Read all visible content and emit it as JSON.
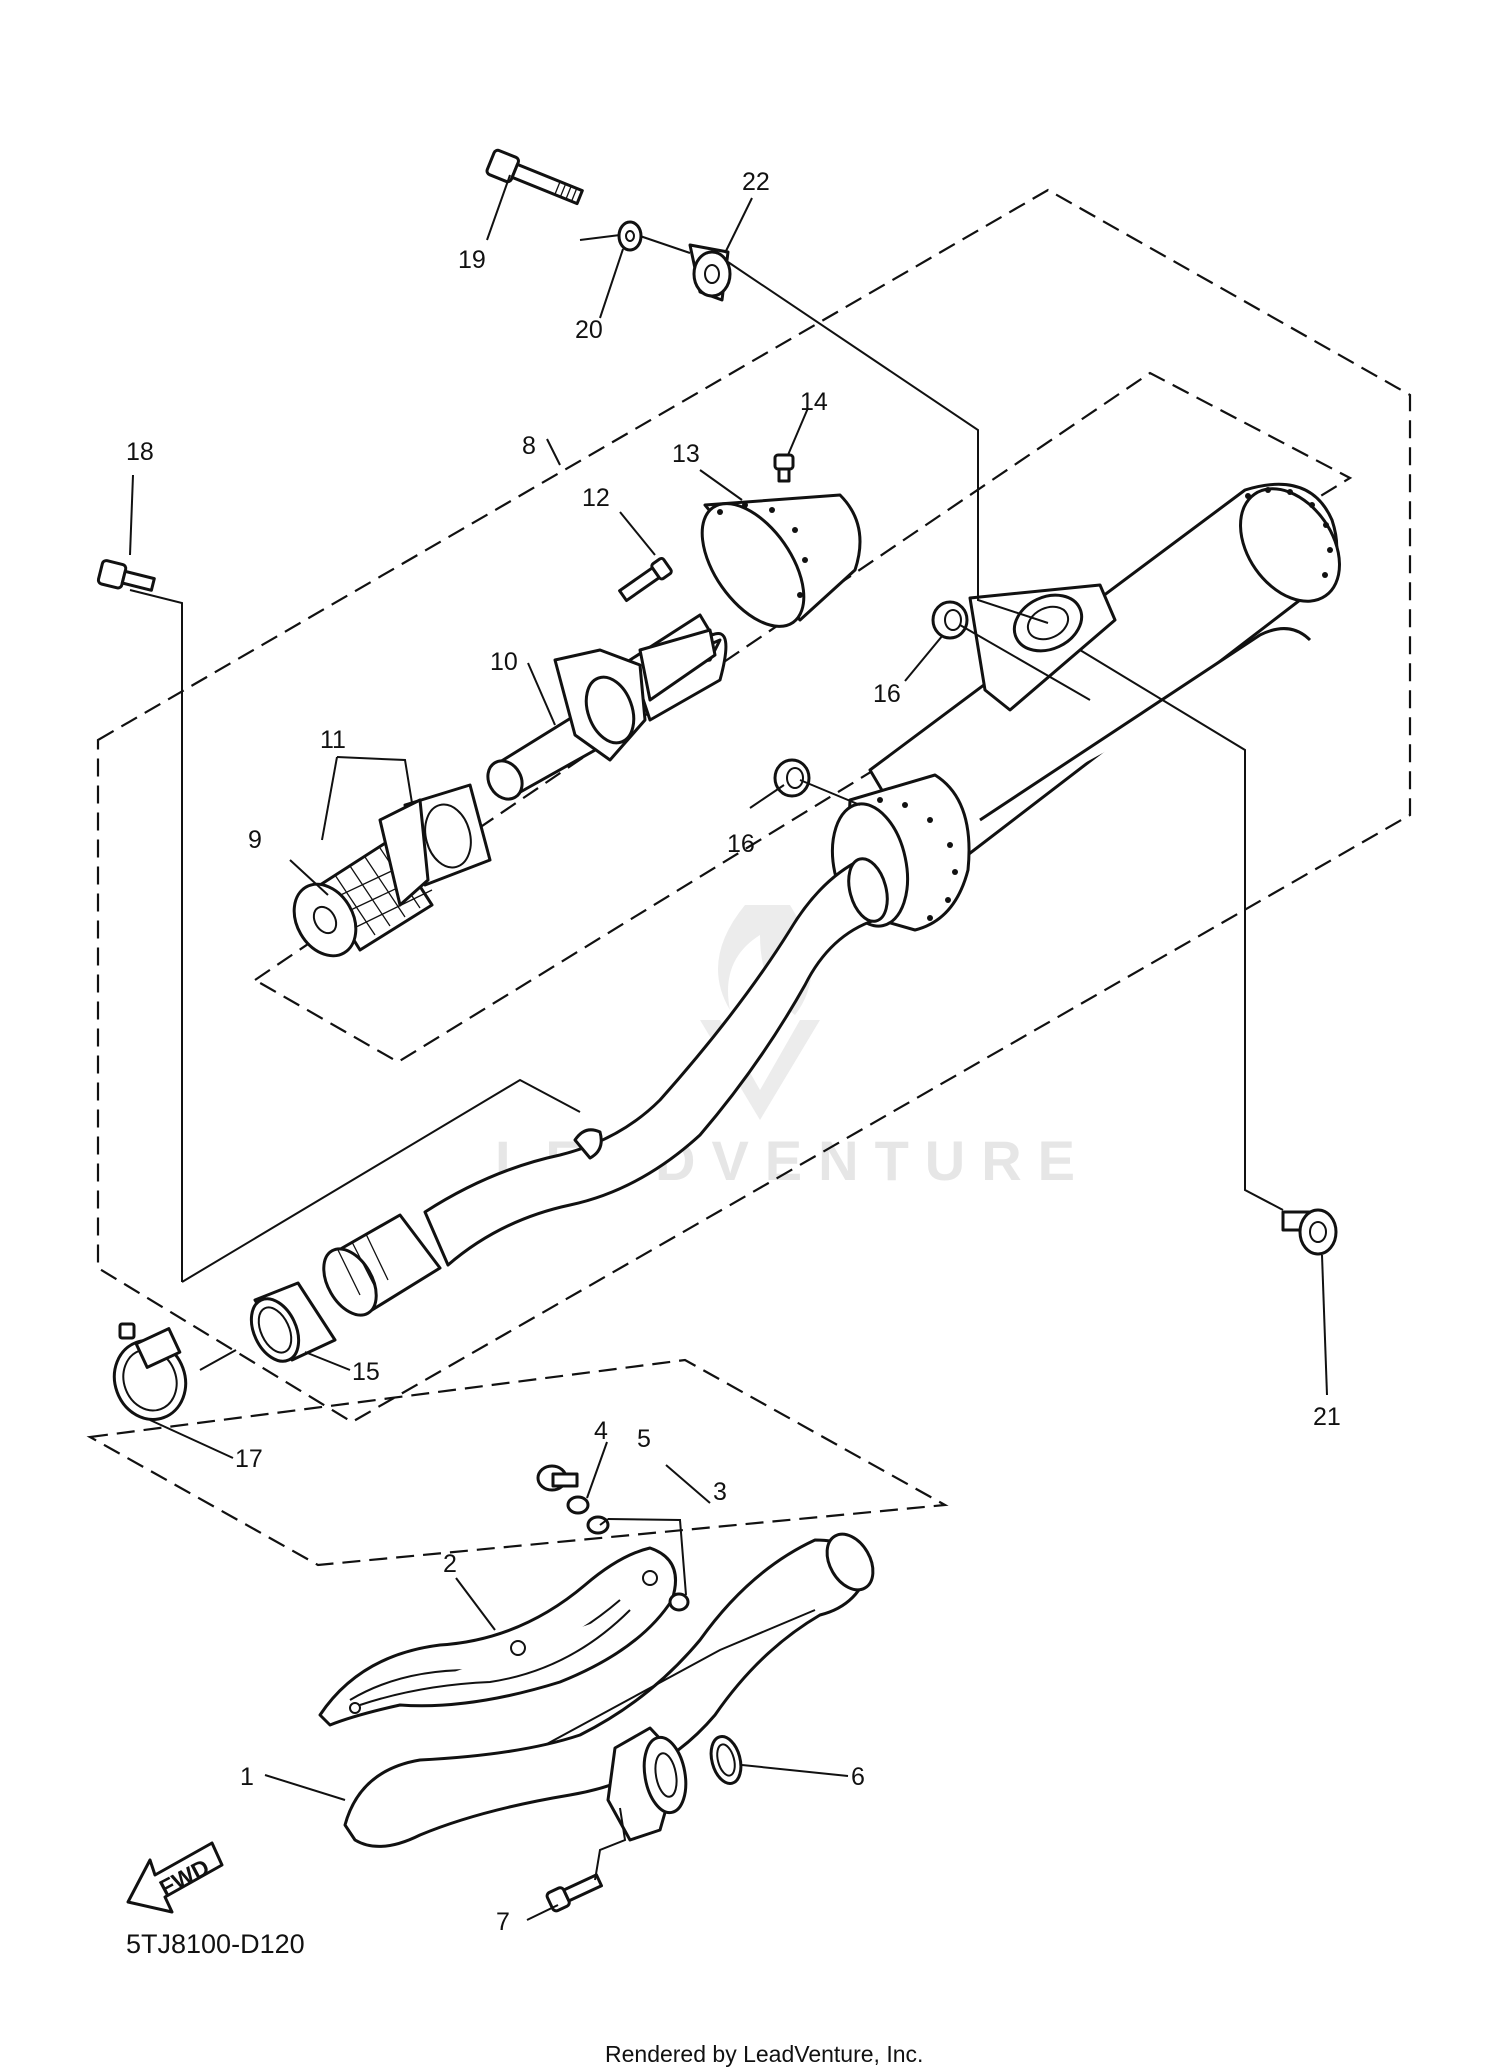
{
  "diagram": {
    "callouts": {
      "p1": "1",
      "p2": "2",
      "p3": "3",
      "p4": "4",
      "p5": "5",
      "p6": "6",
      "p7": "7",
      "p8": "8",
      "p9": "9",
      "p10": "10",
      "p11": "11",
      "p12": "12",
      "p13": "13",
      "p14": "14",
      "p15": "15",
      "p16a": "16",
      "p16b": "16",
      "p17": "17",
      "p18": "18",
      "p19": "19",
      "p20": "20",
      "p21": "21",
      "p22": "22"
    },
    "diagram_code": "5TJ8100-D120",
    "fwd_label": "FWD",
    "watermark": "LEADVENTURE",
    "footer": "Rendered by LeadVenture, Inc."
  }
}
